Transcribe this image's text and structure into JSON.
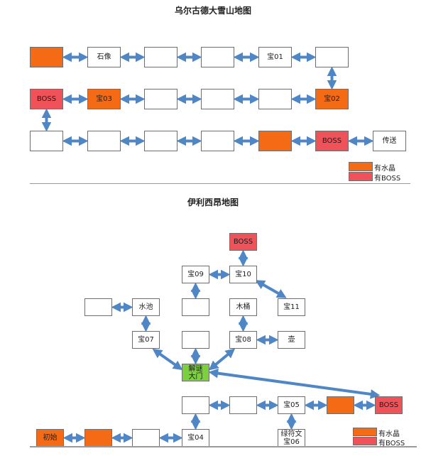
{
  "map1": {
    "title": "乌尔古德大雪山地图",
    "rooms": [
      {
        "id": "a1",
        "label": "",
        "type": "crystal"
      },
      {
        "id": "a2",
        "label": "石像",
        "type": "plain"
      },
      {
        "id": "a3",
        "label": "",
        "type": "plain"
      },
      {
        "id": "a4",
        "label": "",
        "type": "plain"
      },
      {
        "id": "a5",
        "label": "宝01",
        "type": "plain"
      },
      {
        "id": "a6",
        "label": "",
        "type": "plain"
      },
      {
        "id": "b1",
        "label": "BOSS",
        "type": "boss"
      },
      {
        "id": "b2",
        "label": "宝03",
        "type": "crystal"
      },
      {
        "id": "b3",
        "label": "",
        "type": "plain"
      },
      {
        "id": "b4",
        "label": "",
        "type": "plain"
      },
      {
        "id": "b5",
        "label": "",
        "type": "plain"
      },
      {
        "id": "b6",
        "label": "宝02",
        "type": "crystal"
      },
      {
        "id": "c1",
        "label": "",
        "type": "plain"
      },
      {
        "id": "c2",
        "label": "",
        "type": "plain"
      },
      {
        "id": "c3",
        "label": "",
        "type": "plain"
      },
      {
        "id": "c4",
        "label": "",
        "type": "plain"
      },
      {
        "id": "c5",
        "label": "",
        "type": "crystal"
      },
      {
        "id": "c6",
        "label": "BOSS",
        "type": "boss"
      },
      {
        "id": "c7",
        "label": "传送",
        "type": "plain"
      }
    ],
    "legend": [
      {
        "label": "有水晶",
        "type": "crystal"
      },
      {
        "label": "有BOSS",
        "type": "boss"
      }
    ]
  },
  "map2": {
    "title": "伊利西昂地图",
    "rooms": [
      {
        "id": "d_boss",
        "label": "BOSS",
        "type": "boss"
      },
      {
        "id": "d09",
        "label": "宝09",
        "type": "plain"
      },
      {
        "id": "d10",
        "label": "宝10",
        "type": "plain"
      },
      {
        "id": "d_l1",
        "label": "",
        "type": "plain"
      },
      {
        "id": "d_pool",
        "label": "水池",
        "type": "plain"
      },
      {
        "id": "d_m1",
        "label": "",
        "type": "plain"
      },
      {
        "id": "d_bucket",
        "label": "木桶",
        "type": "plain"
      },
      {
        "id": "d11",
        "label": "宝11",
        "type": "plain"
      },
      {
        "id": "d07",
        "label": "宝07",
        "type": "plain"
      },
      {
        "id": "d_m2",
        "label": "",
        "type": "plain"
      },
      {
        "id": "d08",
        "label": "宝08",
        "type": "plain"
      },
      {
        "id": "d_jar",
        "label": "壶",
        "type": "plain"
      },
      {
        "id": "d_door",
        "label": "解谜\n大门",
        "type": "puzzle"
      },
      {
        "id": "e1",
        "label": "",
        "type": "plain"
      },
      {
        "id": "e2",
        "label": "",
        "type": "plain"
      },
      {
        "id": "e05",
        "label": "宝05",
        "type": "plain"
      },
      {
        "id": "e_cr",
        "label": "",
        "type": "crystal"
      },
      {
        "id": "e_boss",
        "label": "BOSS",
        "type": "boss"
      },
      {
        "id": "f_start",
        "label": "初始",
        "type": "crystal"
      },
      {
        "id": "f_cr",
        "label": "",
        "type": "crystal"
      },
      {
        "id": "f_blank",
        "label": "",
        "type": "plain"
      },
      {
        "id": "f04",
        "label": "宝04",
        "type": "plain"
      },
      {
        "id": "f06",
        "label": "绿符文\n宝06",
        "type": "plain"
      }
    ],
    "legend": [
      {
        "label": "有水晶",
        "type": "crystal"
      },
      {
        "label": "有BOSS",
        "type": "boss"
      }
    ]
  },
  "colors": {
    "crystal": "#f56a15",
    "boss": "#f0525a",
    "puzzle": "#7ccf3f",
    "arrow": "#4f86c6"
  }
}
